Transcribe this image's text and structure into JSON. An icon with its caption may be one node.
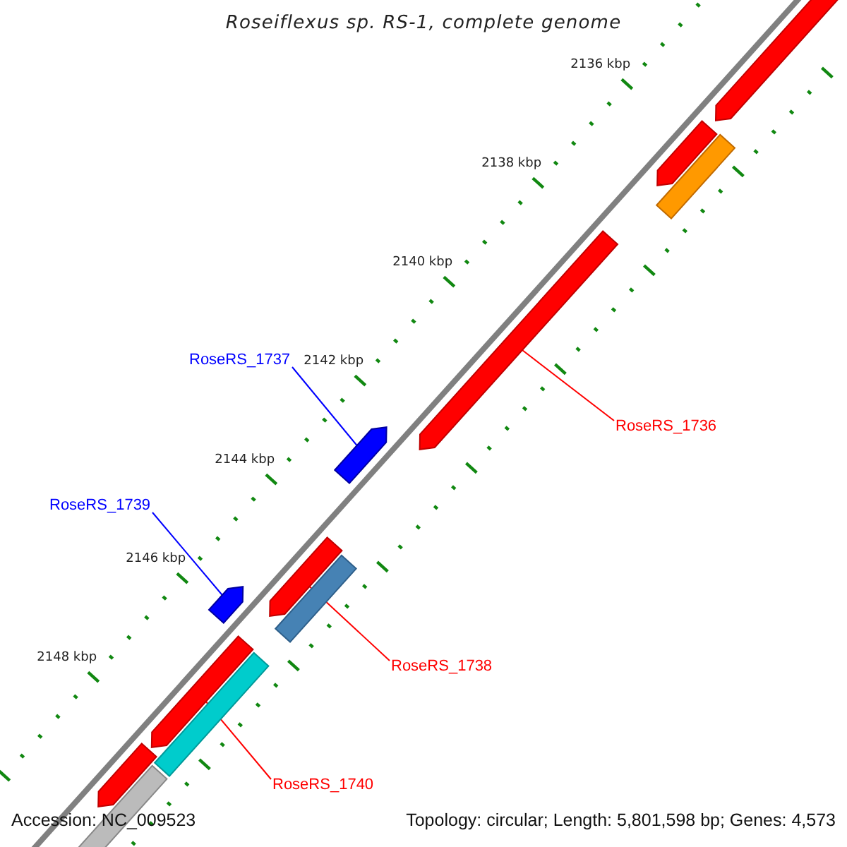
{
  "diagram": {
    "title": "Roseiflexus sp. RS-1, complete genome",
    "nodes": [
      {
        "text": [
          "RoseRS_1737"
        ]
      },
      {
        "text": [],
        "shape": "bar"
      },
      {
        "text": [
          "RoseRS_1736"
        ]
      },
      {
        "text": [],
        "shape": "bar"
      },
      {
        "text": [
          "RoseRS_1739"
        ]
      },
      {
        "text": [],
        "shape": "bar"
      },
      {
        "text": [
          "RoseRS_1738"
        ]
      },
      {
        "text": [],
        "shape": "bar"
      },
      {
        "text": [
          "RoseRS_1740"
        ]
      },
      {
        "text": [],
        "shape": "bar"
      },
      {
        "text": [],
        "shape": "bar"
      },
      {
        "text": [],
        "shape": "bar"
      },
      {
        "text": [],
        "shape": "bar"
      },
      {
        "text": [],
        "shape": "bar"
      },
      {
        "text": [],
        "shape": "bar"
      },
      {
        "text": [],
        "shape": "bar"
      },
      {
        "text": [],
        "shape": "bar"
      }
    ],
    "edges": [
      {
        "from": 0,
        "to": 1,
        "arrow": "none",
        "color": "#0000ff"
      },
      {
        "from": 2,
        "to": 3,
        "arrow": "none"
      },
      {
        "from": 4,
        "to": 5,
        "arrow": "none",
        "color": "#0000ff"
      },
      {
        "from": 6,
        "to": 7,
        "arrow": "none"
      },
      {
        "from": 8,
        "to": 9,
        "arrow": "none"
      }
    ],
    "labels": [
      "2136 kbp",
      "2138 kbp",
      "2140 kbp",
      "2142 kbp",
      "2144 kbp",
      "2146 kbp",
      "2148 kbp",
      "Accession: NC_009523",
      "Topology: circular; Length: 5,801,598 bp; Genes: 4,573"
    ]
  }
}
